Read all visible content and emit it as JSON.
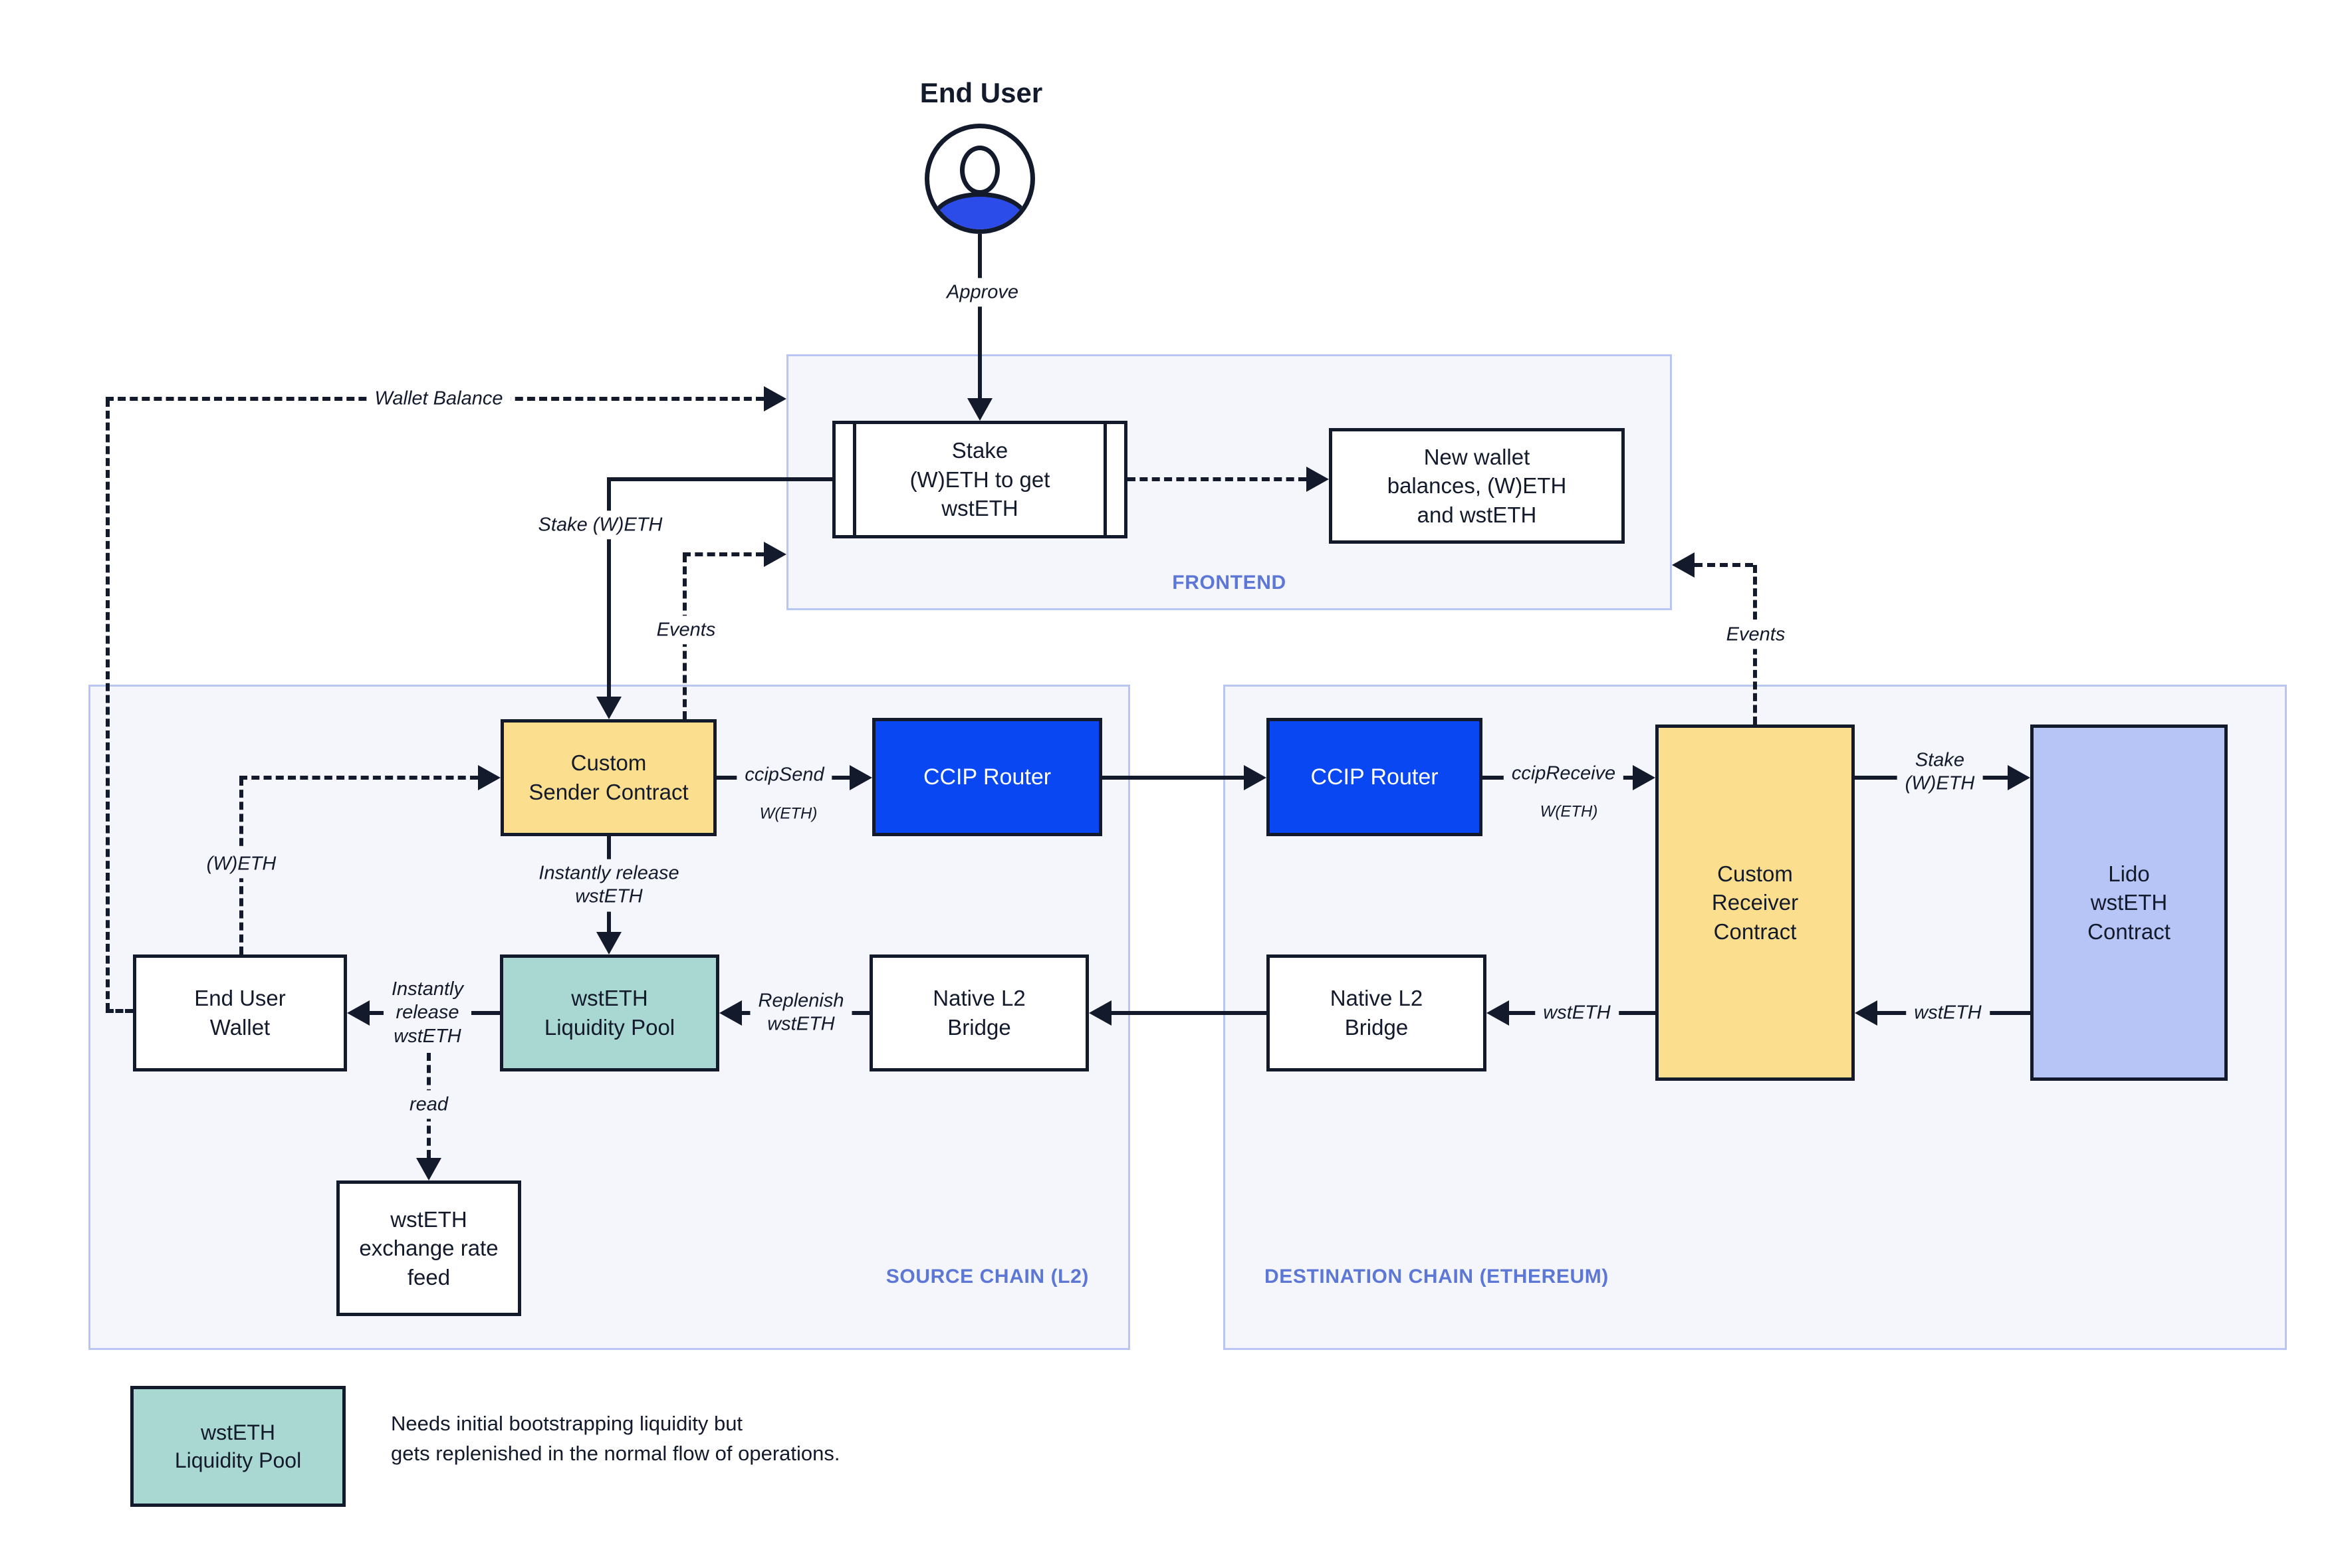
{
  "title": "End User",
  "containers": {
    "frontend": {
      "label": "FRONTEND"
    },
    "source": {
      "label": "SOURCE CHAIN (L2)"
    },
    "destination": {
      "label": "DESTINATION CHAIN (ETHEREUM)"
    }
  },
  "nodes": {
    "stake_widget": {
      "label": "Stake\n(W)ETH to get\nwstETH"
    },
    "new_wallet": {
      "label": "New wallet\nbalances, (W)ETH\nand wstETH"
    },
    "custom_sender": {
      "label": "Custom\nSender Contract"
    },
    "ccip_router_source": {
      "label": "CCIP Router"
    },
    "ccip_router_destination": {
      "label": "CCIP Router"
    },
    "custom_receiver": {
      "label": "Custom\nReceiver\nContract"
    },
    "lido_contract": {
      "label": "Lido\nwstETH\nContract"
    },
    "end_user_wallet": {
      "label": "End User\nWallet"
    },
    "liquidity_pool": {
      "label": "wstETH\nLiquidity Pool"
    },
    "bridge_source": {
      "label": "Native L2\nBridge"
    },
    "bridge_destination": {
      "label": "Native L2\nBridge"
    },
    "rate_feed": {
      "label": "wstETH\nexchange rate\nfeed"
    }
  },
  "edges": {
    "approve": {
      "label": "Approve"
    },
    "wallet_balance": {
      "label": "Wallet Balance"
    },
    "stake_weth": {
      "label": "Stake (W)ETH"
    },
    "events_source": {
      "label": "Events"
    },
    "events_destination": {
      "label": "Events"
    },
    "ccip_send": {
      "label": "ccipSend",
      "asset": "W(ETH)"
    },
    "ccip_receive": {
      "label": "ccipReceive",
      "asset": "W(ETH)"
    },
    "stake_weth_destination": {
      "label": "Stake\n(W)ETH"
    },
    "wsteth_from_lido": {
      "label": "wstETH"
    },
    "wsteth_to_bridge": {
      "label": "wstETH"
    },
    "replenish": {
      "label": "Replenish\nwstETH"
    },
    "instant_release_wallet": {
      "label": "Instantly\nrelease\nwstETH"
    },
    "instant_release_pool": {
      "label": "Instantly release\nwstETH"
    },
    "weth": {
      "label": "(W)ETH"
    },
    "read": {
      "label": "read"
    }
  },
  "legend": {
    "box_label": "wstETH\nLiquidity Pool",
    "note": "Needs initial bootstrapping liquidity but\ngets replenished in the normal flow of operations."
  },
  "colors": {
    "ink": "#131a2c",
    "contract_yellow": "#fbdf8e",
    "router_blue": "#0847f2",
    "pool_teal": "#a9d8d2",
    "lido_lavender": "#b7c5f6",
    "person_blue": "#2b4ce8",
    "panel_bg": "#f4f6fc",
    "panel_border": "#b9c6f2",
    "panel_label": "#5c77d6"
  }
}
